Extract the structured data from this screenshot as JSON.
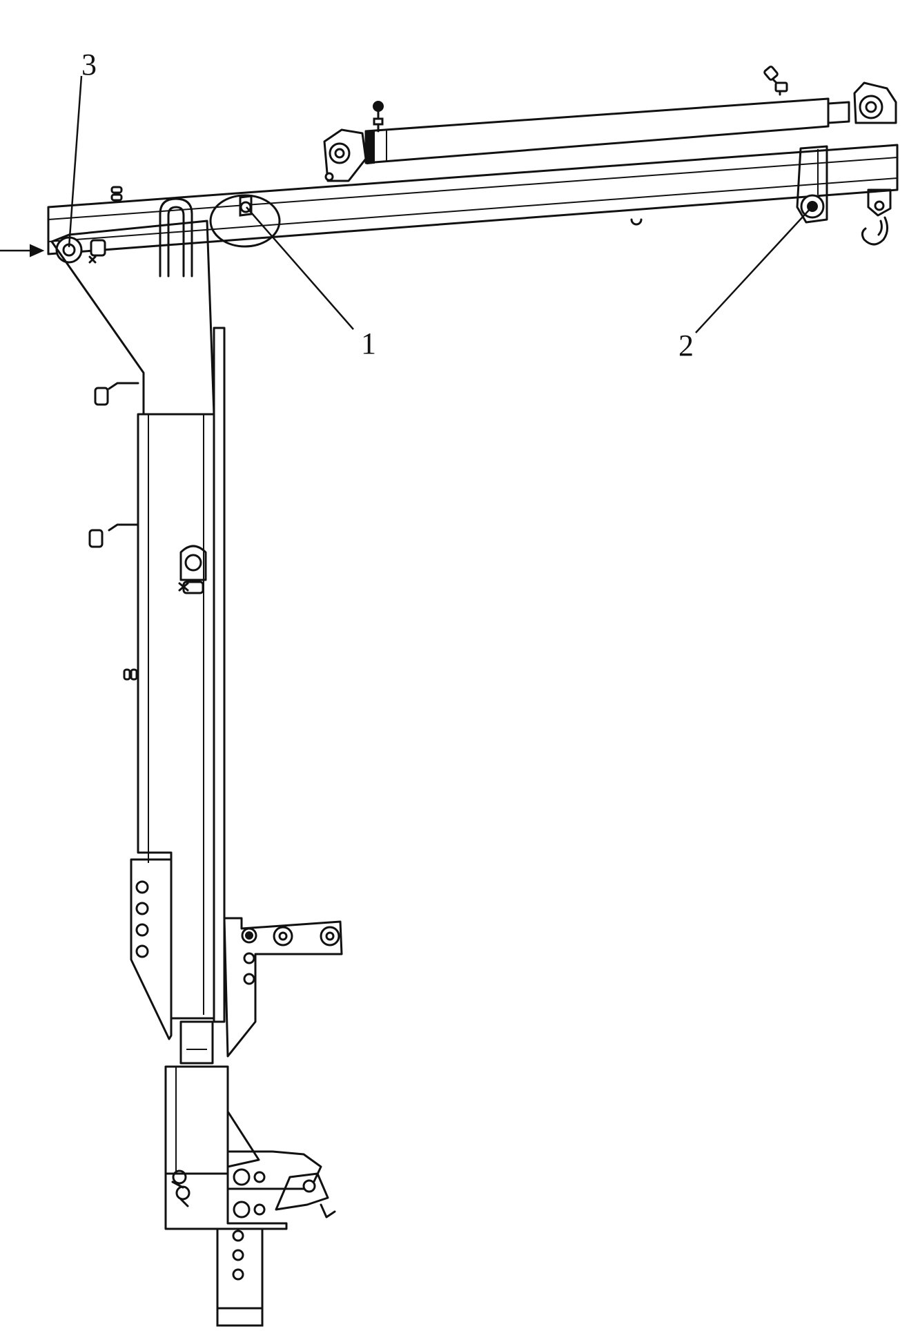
{
  "callouts": [
    {
      "id": "1",
      "text": "1"
    },
    {
      "id": "2",
      "text": "2"
    },
    {
      "id": "3",
      "text": "3"
    }
  ],
  "colors": {
    "line": "#111111",
    "background": "#ffffff"
  }
}
